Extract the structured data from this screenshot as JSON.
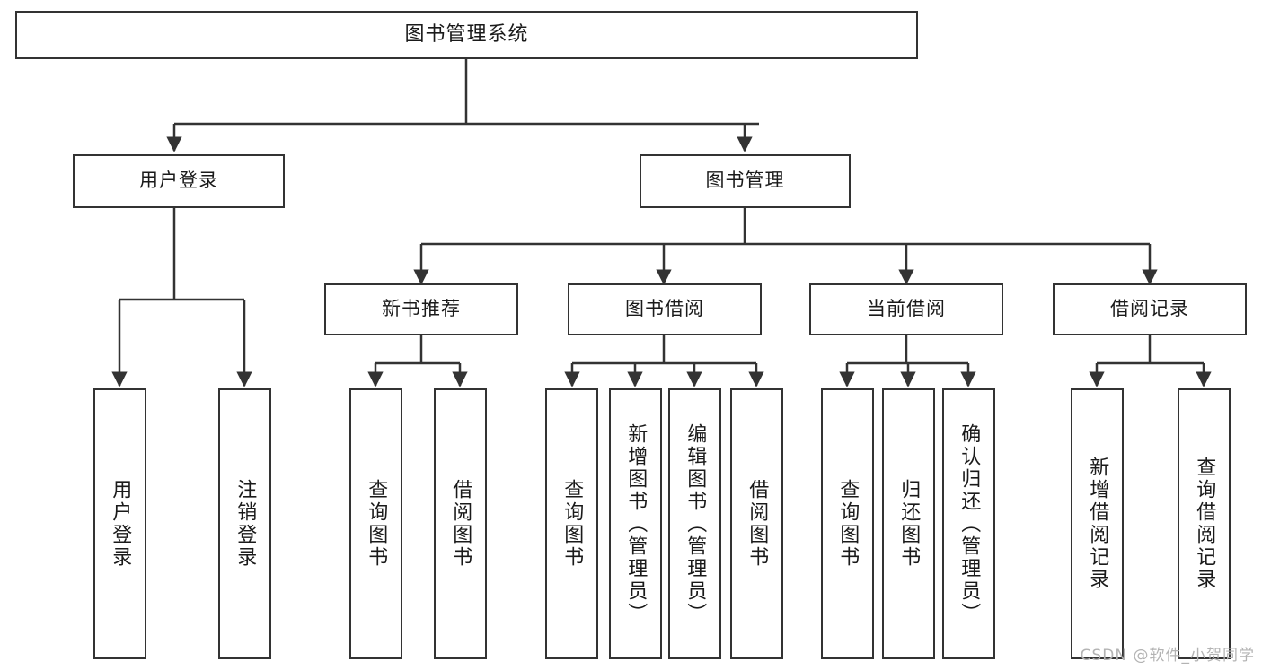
{
  "diagram": {
    "type": "hierarchy-tree",
    "title": "图书管理系统",
    "watermark": "CSDN @软件_小贺同学",
    "colors": {
      "box_border": "#333333",
      "box_fill": "#ffffff",
      "connector": "#333333",
      "text": "#1a1a1a",
      "watermark": "#b3b3b3",
      "background": "#ffffff"
    },
    "root": {
      "label": "图书管理系统"
    },
    "level2": [
      {
        "label": "用户登录"
      },
      {
        "label": "图书管理"
      }
    ],
    "level3": [
      {
        "label": "新书推荐"
      },
      {
        "label": "图书借阅"
      },
      {
        "label": "当前借阅"
      },
      {
        "label": "借阅记录"
      }
    ],
    "leaves": {
      "user_login": [
        {
          "label": "用户登录"
        },
        {
          "label": "注销登录"
        }
      ],
      "new_book_recommend": [
        {
          "label": "查询图书"
        },
        {
          "label": "借阅图书"
        }
      ],
      "book_borrow": [
        {
          "label": "查询图书"
        },
        {
          "label": "新增图书（管理员）"
        },
        {
          "label": "编辑图书（管理员）"
        },
        {
          "label": "借阅图书"
        }
      ],
      "current_borrow": [
        {
          "label": "查询图书"
        },
        {
          "label": "归还图书"
        },
        {
          "label": "确认归还（管理员）"
        }
      ],
      "borrow_record": [
        {
          "label": "新增借阅记录"
        },
        {
          "label": "查询借阅记录"
        }
      ]
    }
  }
}
